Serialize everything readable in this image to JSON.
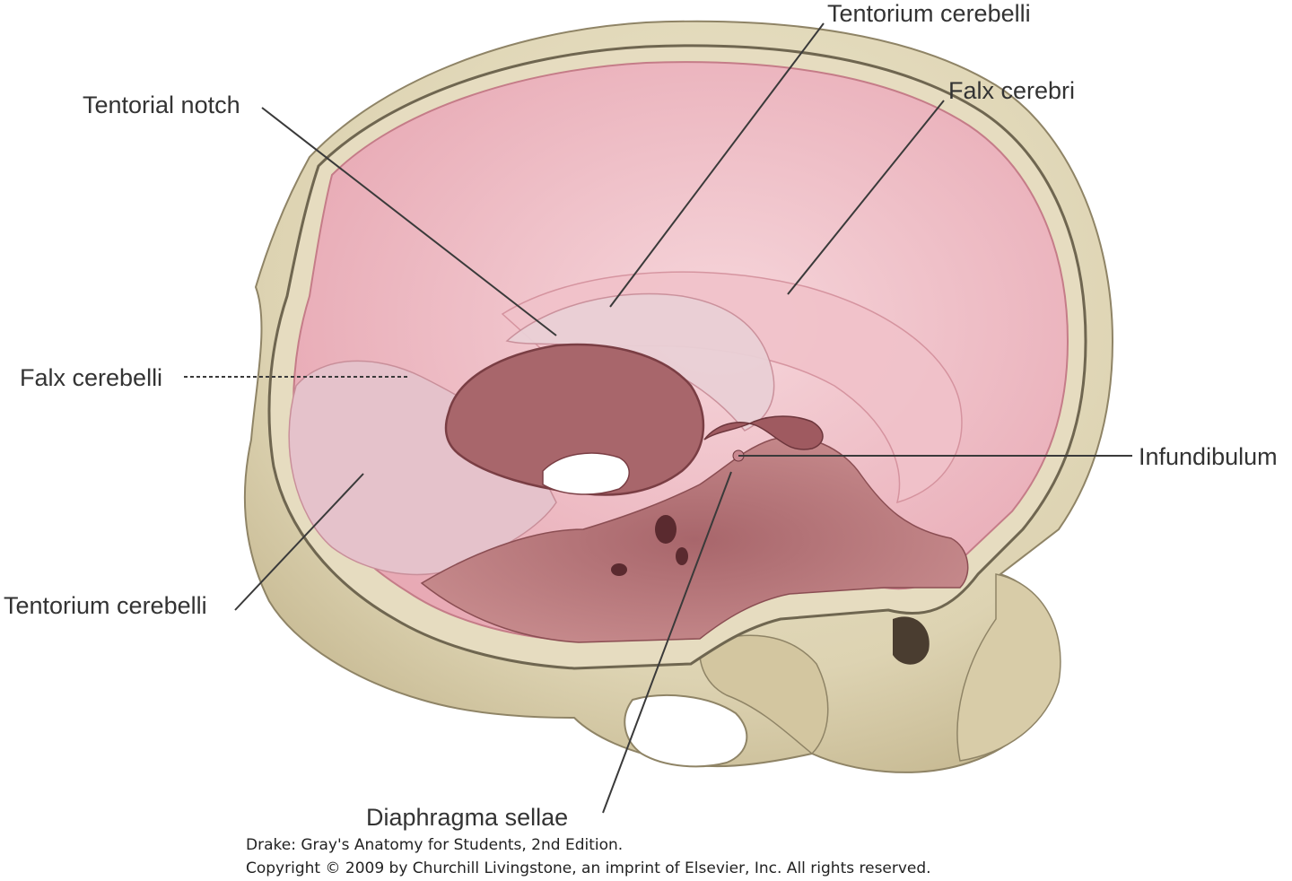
{
  "labels": {
    "tentorium_cerebelli_top": "Tentorium cerebelli",
    "falx_cerebri": "Falx cerebri",
    "tentorial_notch": "Tentorial notch",
    "falx_cerebelli": "Falx cerebelli",
    "infundibulum": "Infundibulum",
    "tentorium_cerebelli_left": "Tentorium cerebelli",
    "diaphragma_sellae": "Diaphragma sellae"
  },
  "credit": {
    "line1": "Drake: Gray's Anatomy for Students, 2nd Edition.",
    "line2": "Copyright © 2009 by Churchill Livingstone, an imprint of Elsevier, Inc. All rights reserved."
  },
  "colors": {
    "bone": "#e3dbbf",
    "bone_shadow": "#c9bd98",
    "dura": "#eab4bd",
    "dura_light": "#f3cfd4",
    "tentorium": "#e7c6cd",
    "cranial_floor": "#b9777a"
  }
}
